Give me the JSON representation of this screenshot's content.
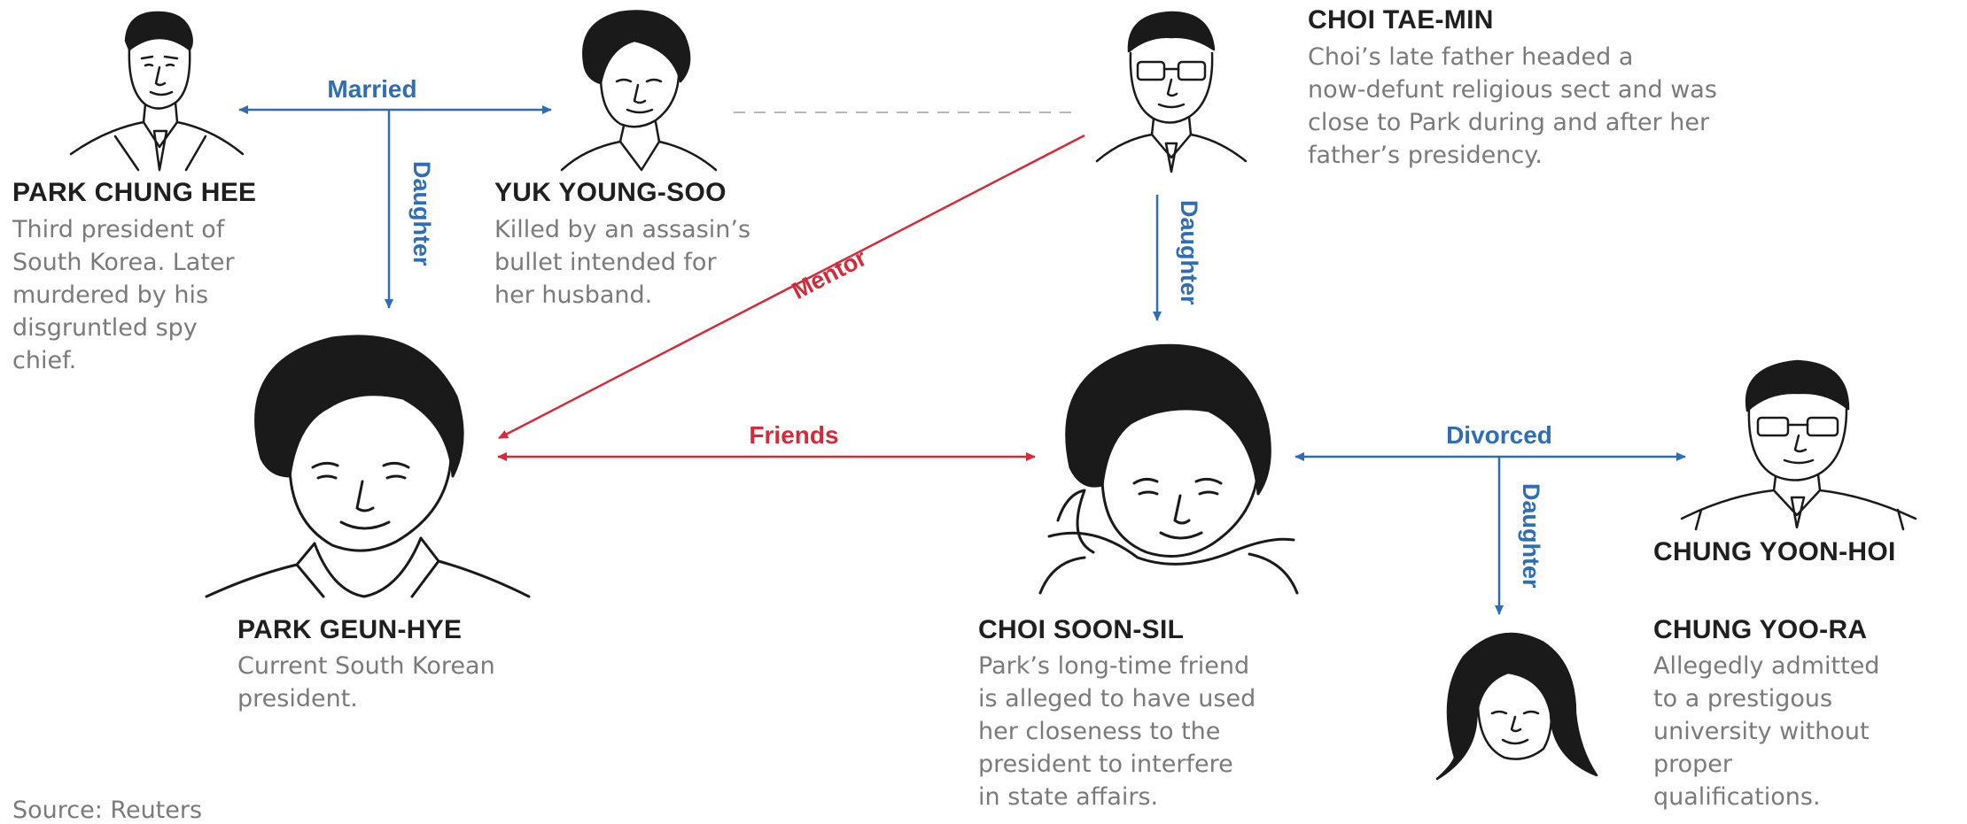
{
  "colors": {
    "blue": "#2f6db5",
    "red": "#d6293a",
    "text": "#1f1f1f",
    "desc": "#7a7a7a",
    "line": "#1a1a1a"
  },
  "people": {
    "park_chung_hee": {
      "name": "PARK CHUNG HEE",
      "desc": [
        "Third president of",
        "South Korea. Later",
        "murdered by his",
        "disgruntled spy",
        "chief."
      ]
    },
    "yuk_young_soo": {
      "name": "YUK YOUNG-SOO",
      "desc": [
        "Killed by an assasin’s",
        "bullet intended for",
        "her husband."
      ]
    },
    "choi_tae_min": {
      "name": "CHOI TAE-MIN",
      "desc": [
        "Choi’s late father headed a",
        "now-defunt religious sect and was",
        "close to Park during and after her",
        "father’s presidency."
      ]
    },
    "park_geun_hye": {
      "name": "PARK GEUN-HYE",
      "desc": [
        "Current South Korean",
        "president."
      ]
    },
    "choi_soon_sil": {
      "name": "CHOI SOON-SIL",
      "desc": [
        "Park’s long-time friend",
        "is alleged to have used",
        "her closeness to the",
        "president to interfere",
        "in state affairs."
      ]
    },
    "chung_yoon_hoi": {
      "name": "CHUNG YOON-HOI"
    },
    "chung_yoo_ra": {
      "name": "CHUNG YOO-RA",
      "desc": [
        "Allegedly admitted",
        "to a prestigous",
        "university without",
        "proper",
        "qualifications."
      ]
    }
  },
  "relations": {
    "married": "Married",
    "daughter": "Daughter",
    "mentor": "Mentor",
    "friends": "Friends",
    "divorced": "Divorced"
  },
  "source": "Source: Reuters"
}
